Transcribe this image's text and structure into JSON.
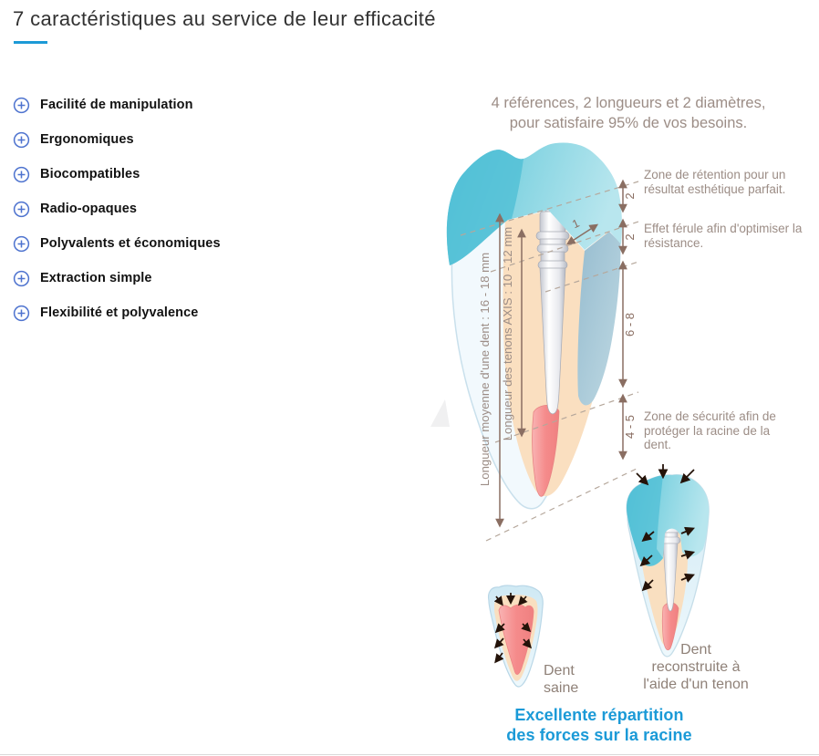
{
  "page": {
    "title": "7 caractéristiques au service de leur efficacité"
  },
  "features": {
    "items": [
      "Facilité de manipulation",
      "Ergonomiques",
      "Biocompatibles",
      "Radio-opaques",
      "Polyvalents et économiques",
      "Extraction simple",
      "Flexibilité et polyvalence"
    ]
  },
  "diagram": {
    "heading": {
      "line1": "4 références, 2 longueurs et 2 diamètres,",
      "line2": "pour satisfaire 95% de vos besoins."
    },
    "measurements": {
      "tooth_length_label": "Longueur moyenne d'une dent : 16 - 18 mm",
      "post_length_label": "Longueur des tenons AXIS : 10 - 12 mm",
      "retention_height": "2",
      "ferrule_height": "2",
      "root_span": "6 - 8",
      "safety_span": "4 - 5",
      "post_diameter": "1"
    },
    "annotations": {
      "retention": "Zone de rétention pour un résultat esthétique parfait.",
      "ferrule": "Effet férule afin d'optimiser la résistance.",
      "security": "Zone de sécurité afin de protéger la racine de la dent."
    },
    "labels": {
      "healthy_tooth_lines": [
        "Dent",
        "saine"
      ],
      "recon_tooth_lines": [
        "Dent",
        "reconstruite à",
        "l'aide d'un tenon"
      ],
      "caption_lines": [
        "Excellente répartition",
        "des forces sur la racine"
      ]
    },
    "colors": {
      "accent_blue": "#1c9ad6",
      "icon_blue": "#4e73cf",
      "taupe_text": "#9c8d86",
      "measure_brown": "#8a6e62",
      "caption_blue": "#1b9ad7",
      "crown_teal": "#5cc5d9",
      "dentin_peach": "#fadfc0",
      "canal_pink": "#f58b8b"
    }
  }
}
